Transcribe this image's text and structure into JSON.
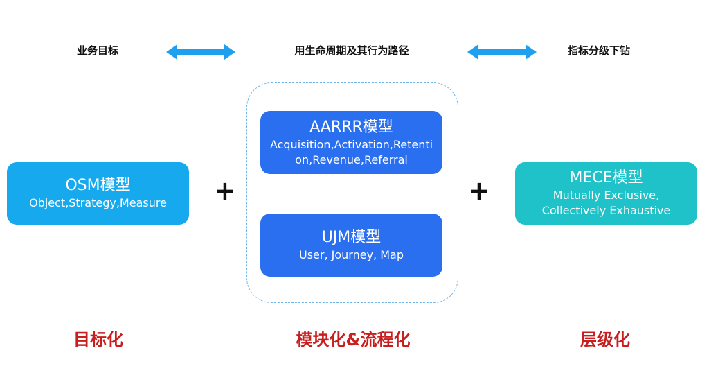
{
  "top_labels": {
    "left": "业务目标",
    "center": "用生命周期及其行为路径",
    "right": "指标分级下钻"
  },
  "boxes": {
    "osm": {
      "title": "OSM模型",
      "subtitle": "Object,Strategy,Measure"
    },
    "aarrr": {
      "title": "AARRR模型",
      "subtitle": "Acquisition,Activation,Retention,Revenue,Referral"
    },
    "ujm": {
      "title": "UJM模型",
      "subtitle": "User, Journey, Map"
    },
    "mece": {
      "title": "MECE模型",
      "subtitle_line1": "Mutually Exclusive,",
      "subtitle_line2": "Collectively Exhaustive"
    }
  },
  "operators": {
    "left": "+",
    "right": "+"
  },
  "bottom_labels": {
    "left": "目标化",
    "center": "模块化&流程化",
    "right": "层级化"
  },
  "colors": {
    "osm": "#17a9ee",
    "aarrr_ujm": "#2a6ff0",
    "mece": "#1fc2c8",
    "arrow": "#1ea0ee",
    "bottom_text": "#c81e1e"
  }
}
